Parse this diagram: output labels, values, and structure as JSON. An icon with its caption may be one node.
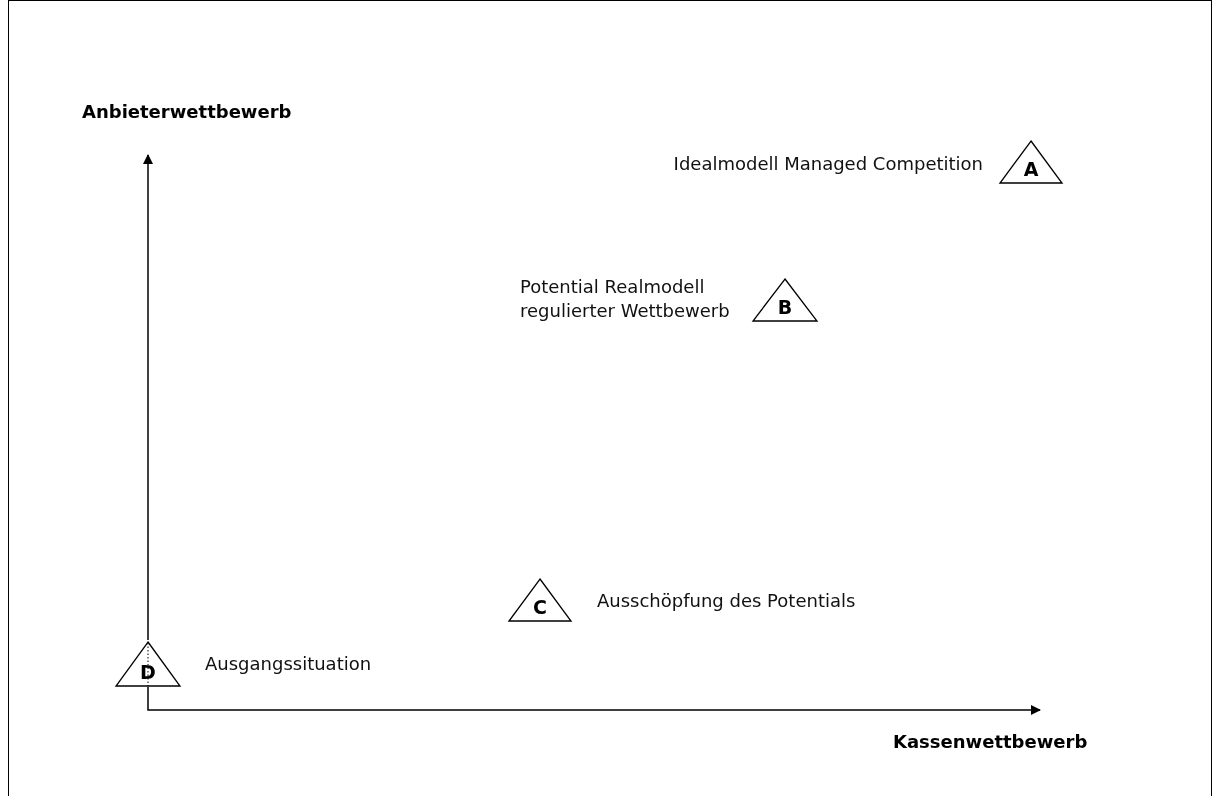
{
  "diagram": {
    "nodes": [
      {
        "text": [
          "A"
        ],
        "beside": [
          "Idealmodell Managed Competition"
        ]
      },
      {
        "text": [
          "B"
        ],
        "beside": [
          "Potential Realmodell regulierter Wettbewerb"
        ]
      },
      {
        "text": [
          "C"
        ],
        "beside": [
          "Ausschöpfung des Potentials"
        ]
      },
      {
        "text": [
          "D"
        ],
        "beside": [
          "Ausgangssituation"
        ]
      }
    ],
    "labels": [
      "Anbieterwettbewerb",
      "Kassenwettbewerb"
    ]
  }
}
